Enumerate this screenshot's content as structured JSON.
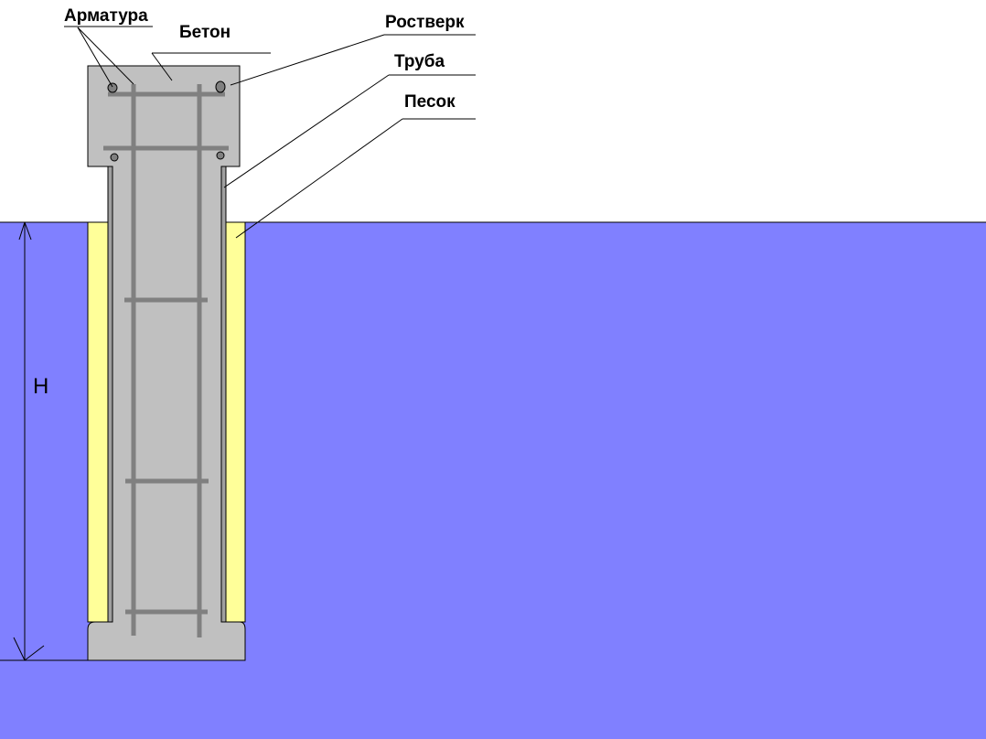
{
  "labels": {
    "armatura": "Арматура",
    "beton": "Бетон",
    "rostverk": "Ростверк",
    "truba": "Труба",
    "pesok": "Песок",
    "height": "Н"
  },
  "colors": {
    "soil": "#8080ff",
    "sand": "#ffff99",
    "concrete": "#c0c0c0",
    "rebar": "#808080",
    "outline": "#000000",
    "background": "#ffffff"
  }
}
